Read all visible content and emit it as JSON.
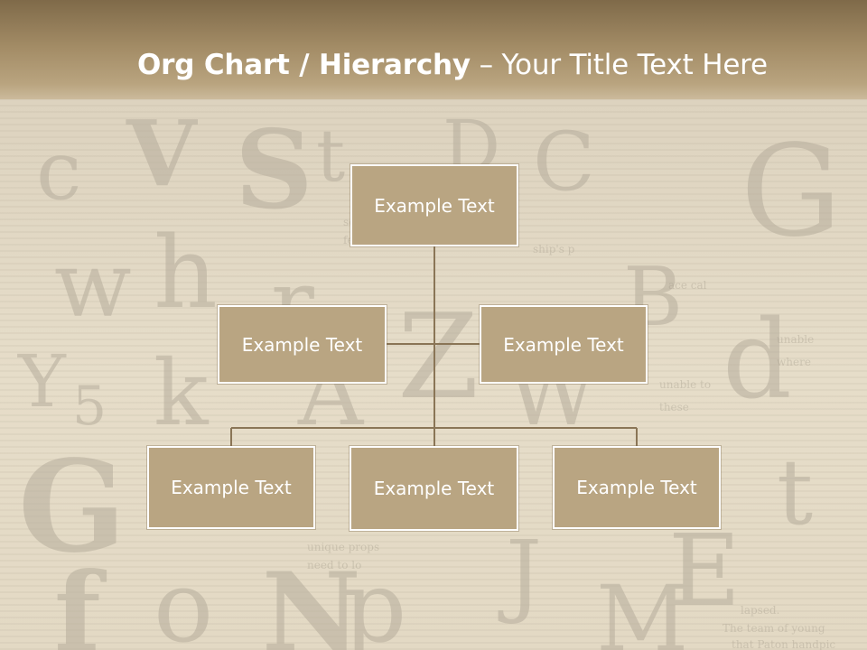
{
  "slide": {
    "title_bold": "Org Chart / Hierarchy",
    "title_separator": " – ",
    "title_rest": "Your Title Text Here"
  },
  "org_chart": {
    "levels": 3,
    "root": {
      "label": "Example Text"
    },
    "assistants": [
      {
        "label": "Example Text"
      },
      {
        "label": "Example Text"
      }
    ],
    "children": [
      {
        "label": "Example Text"
      },
      {
        "label": "Example Text"
      },
      {
        "label": "Example Text"
      }
    ]
  },
  "colors": {
    "box_fill": "#b9a582",
    "box_border": "#ffffff",
    "connector": "#8a7556",
    "header_band": "#a38c66",
    "title_text": "#ffffff",
    "box_text": "#ffffff"
  }
}
